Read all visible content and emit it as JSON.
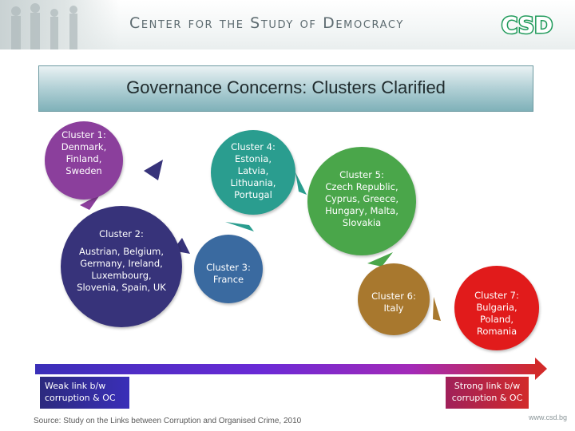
{
  "header": {
    "org_name": "Center for the Study of Democracy",
    "logo_text": "CSD"
  },
  "slide": {
    "title": "Governance Concerns: Clusters Clarified",
    "clusters": [
      {
        "heading": "Cluster 1:",
        "countries": "Denmark, Finland, Sweden",
        "color": "#8b3f9c"
      },
      {
        "heading": "Cluster 2:",
        "countries": "Austrian, Belgium, Germany, Ireland, Luxembourg, Slovenia, Spain, UK",
        "color": "#37337a"
      },
      {
        "heading": "Cluster 3:",
        "countries": "France",
        "color": "#3a6aa0"
      },
      {
        "heading": "Cluster 4:",
        "countries": "Estonia, Latvia, Lithuania, Portugal",
        "color": "#2a9d8f"
      },
      {
        "heading": "Cluster 5:",
        "countries": "Czech Republic, Cyprus, Greece, Hungary, Malta, Slovakia",
        "color": "#4aa64a"
      },
      {
        "heading": "Cluster 6:",
        "countries": "Italy",
        "color": "#a8782e"
      },
      {
        "heading": "Cluster 7:",
        "countries": "Bulgaria, Poland, Romania",
        "color": "#e11b1b"
      }
    ],
    "scale": {
      "weak_label": "Weak link b/w corruption & OC",
      "strong_label": "Strong link b/w corruption & OC"
    },
    "source": "Source: Study on the Links between Corruption and Organised Crime, 2010"
  },
  "footer": {
    "url": "www.csd.bg"
  }
}
